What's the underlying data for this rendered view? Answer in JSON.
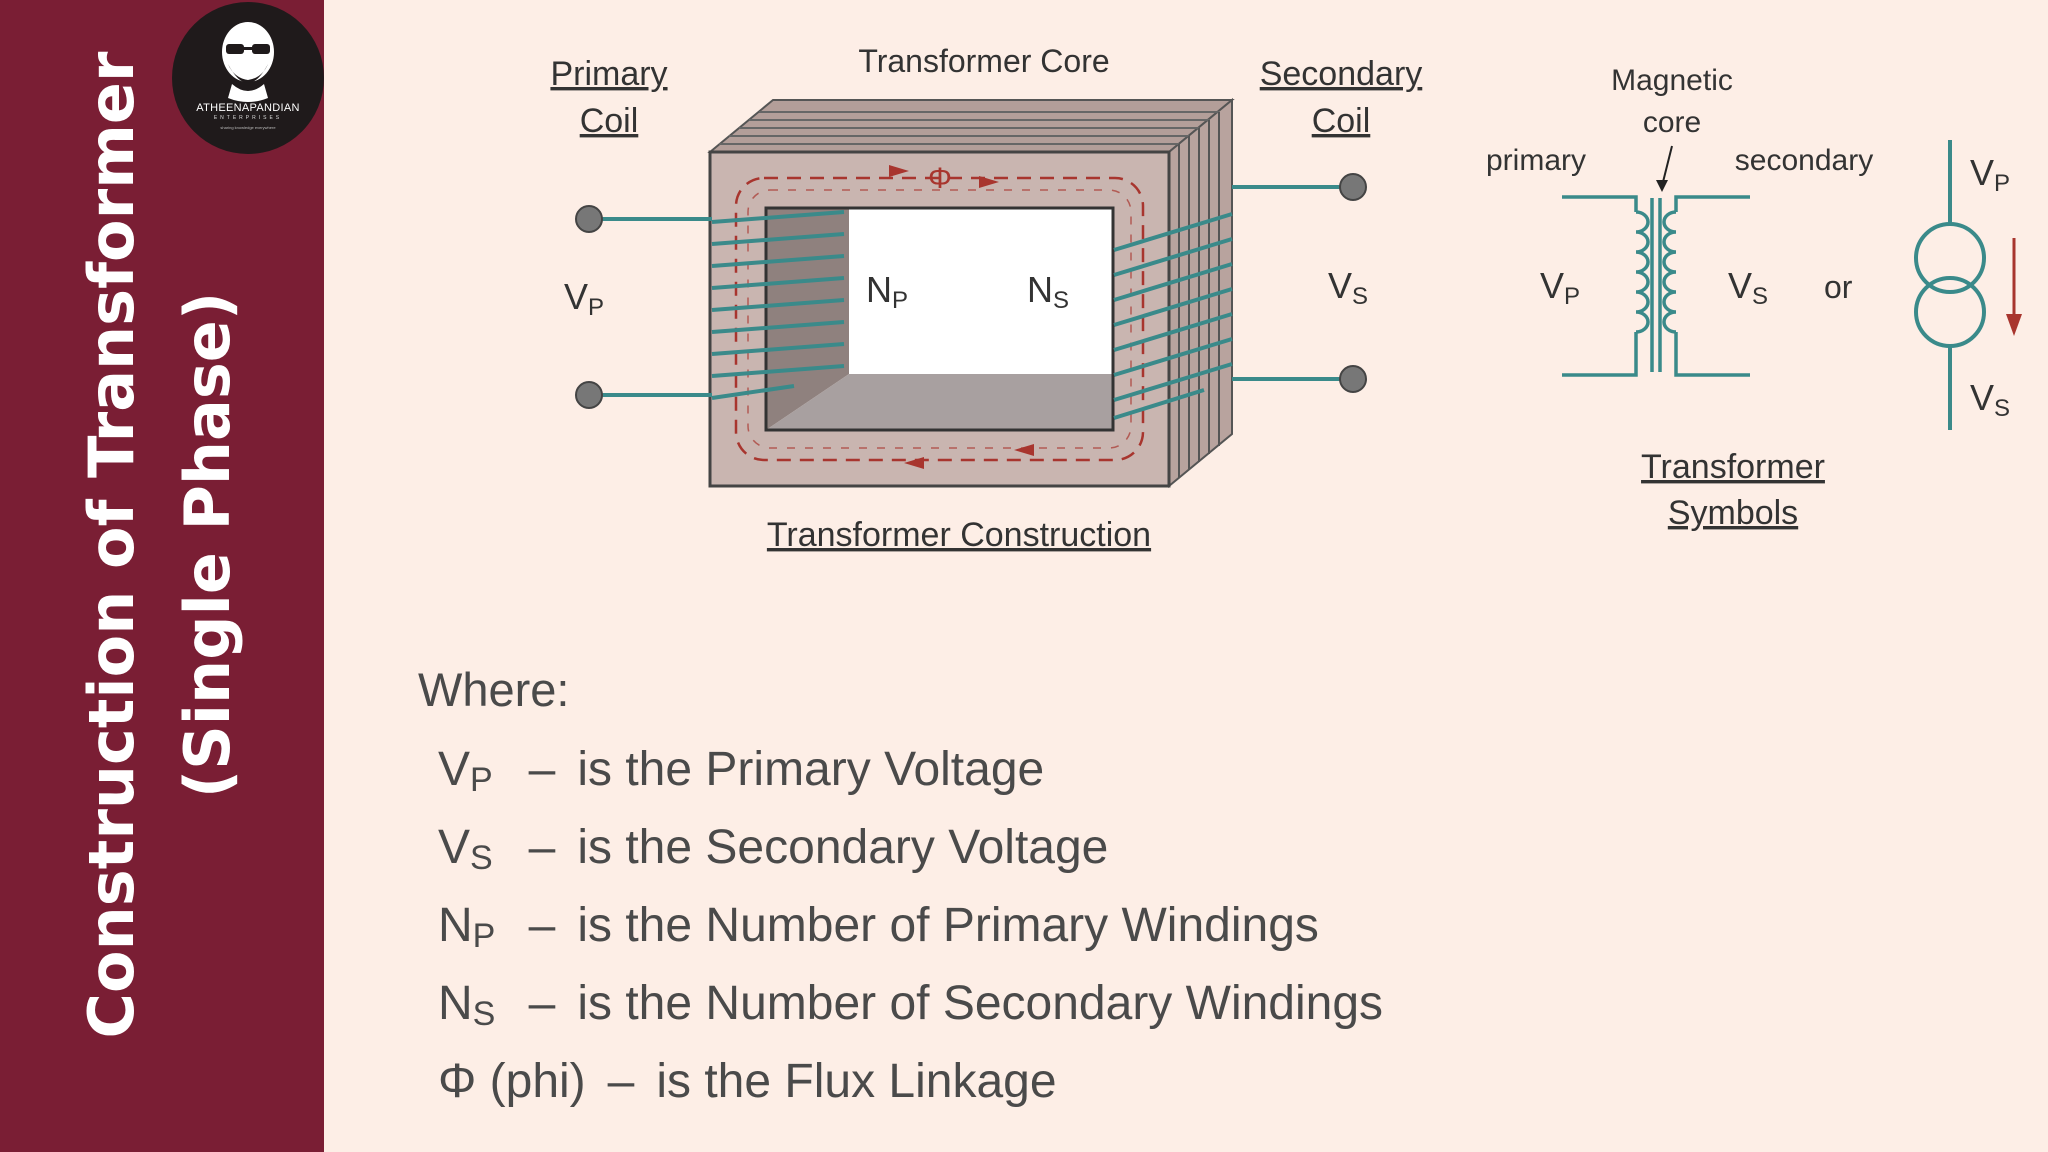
{
  "sidebar": {
    "title_line1": "Construction of Transformer",
    "title_line2": "(Single Phase)",
    "logo_name": "ATHEENAPANDIAN",
    "logo_sub": "ENTERPRISES",
    "logo_tagline": "sharing knowledge everywhere"
  },
  "diagram": {
    "label_primary_line1": "Primary",
    "label_primary_line2": "Coil",
    "label_core": "Transformer Core",
    "label_secondary_line1": "Secondary",
    "label_secondary_line2": "Coil",
    "label_construction": "Transformer Construction",
    "vp_main": "V",
    "vp_sub": "P",
    "vs_main": "V",
    "vs_sub": "S",
    "np_main": "N",
    "np_sub": "P",
    "ns_main": "N",
    "ns_sub": "S",
    "phi": "Φ",
    "colors": {
      "wire": "#3a8a8a",
      "core": "#c4b0ab",
      "flux": "#a8352e",
      "frame": "#555555"
    }
  },
  "symbols": {
    "magnetic_line1": "Magnetic",
    "magnetic_line2": "core",
    "primary": "primary",
    "secondary": "secondary",
    "vp_main": "V",
    "vp_sub": "P",
    "vs_main": "V",
    "vs_sub": "S",
    "or": "or",
    "right_vp_main": "V",
    "right_vp_sub": "P",
    "right_vs_main": "V",
    "right_vs_sub": "S",
    "caption_line1": "Transformer",
    "caption_line2": "Symbols"
  },
  "legend": {
    "heading": "Where:",
    "rows": [
      {
        "sym": "V",
        "sub": "P",
        "dash": "–",
        "text": "is the Primary Voltage"
      },
      {
        "sym": "V",
        "sub": "S",
        "dash": "–",
        "text": "is the Secondary Voltage"
      },
      {
        "sym": "N",
        "sub": "P",
        "dash": "–",
        "text": "is the Number of Primary Windings"
      },
      {
        "sym": "N",
        "sub": "S",
        "dash": "–",
        "text": "is the Number of Secondary Windings"
      }
    ],
    "phi_sym": "Φ (phi)",
    "phi_dash": "–",
    "phi_text": "is the Flux Linkage"
  }
}
